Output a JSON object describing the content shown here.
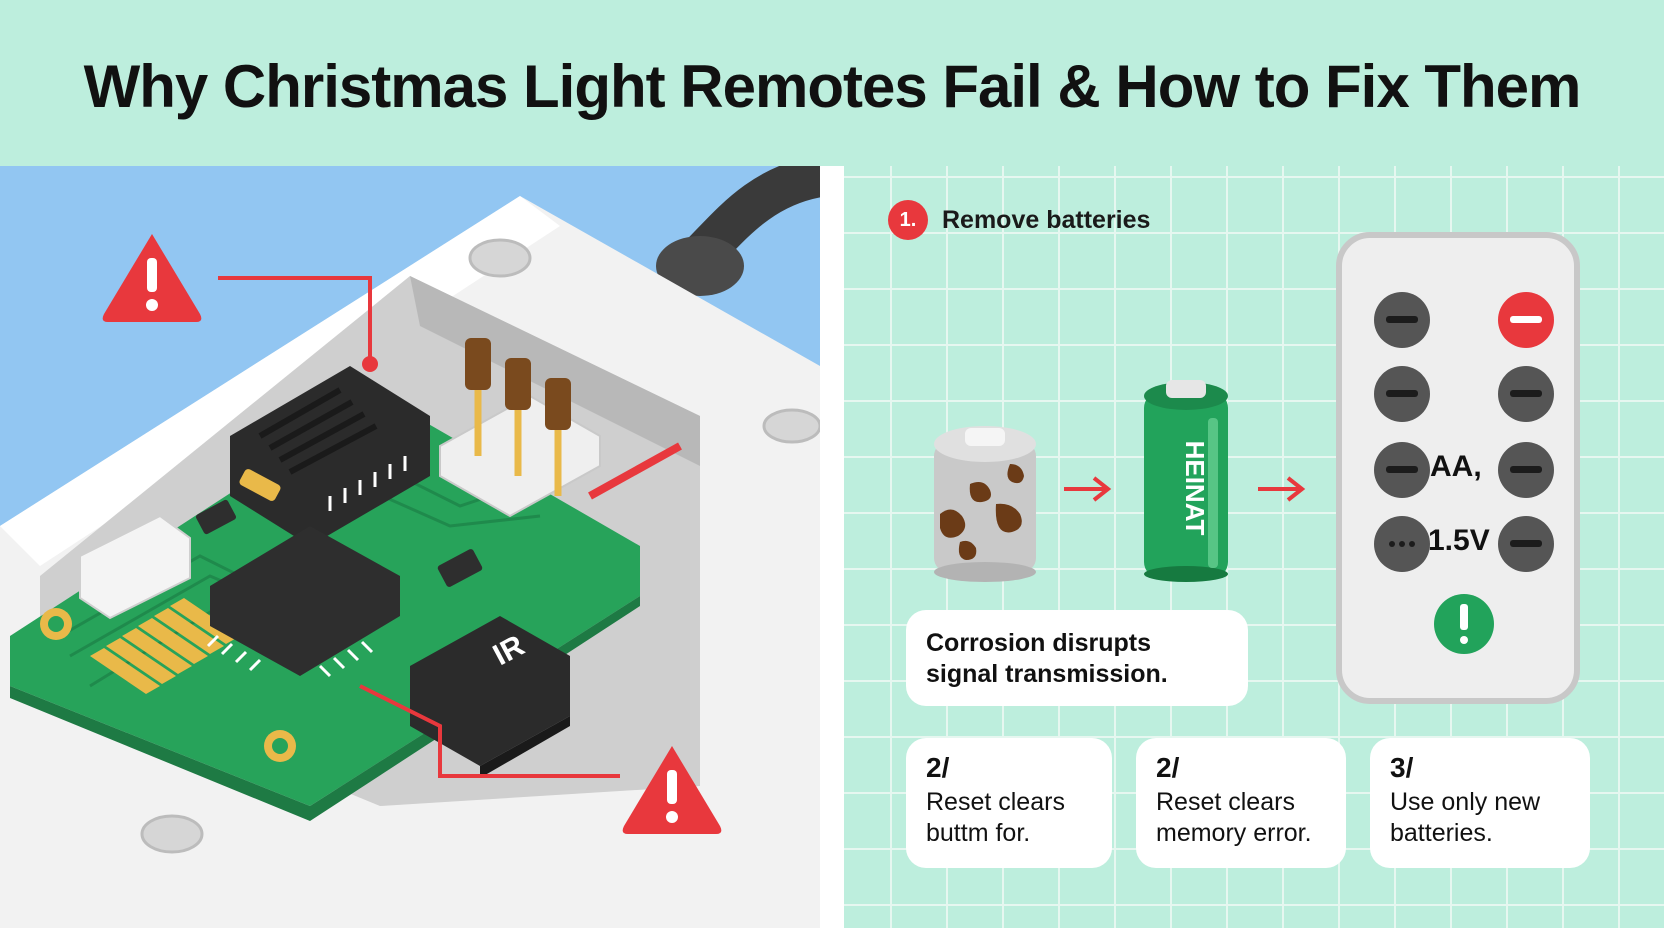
{
  "title": "Why Christmas Light Remotes Fail & How to Fix Them",
  "pcb": {
    "ir_label": "IR"
  },
  "step1": {
    "number": "1.",
    "label": "Remove batteries"
  },
  "new_battery_label": "HEINAT",
  "callout": "Corrosion disrupts signal transmission.",
  "steps": [
    {
      "number": "2/",
      "text": "Reset clears buttm for."
    },
    {
      "number": "2/",
      "text": "Reset clears memory error."
    },
    {
      "number": "3/",
      "text": "Use only new batteries."
    }
  ],
  "remote": {
    "label_aa": "AA,",
    "label_voltage": "1.5V",
    "status_glyph": "!"
  },
  "colors": {
    "background": "#bdeedd",
    "left_panel": "#92c6f2",
    "warning_red": "#e8383d",
    "pcb_green": "#27a35a",
    "battery_green": "#22a35b"
  },
  "icons": [
    "warning-triangle-icon",
    "warning-triangle-icon",
    "arrow-right-icon",
    "arrow-right-icon",
    "exclamation-icon"
  ]
}
